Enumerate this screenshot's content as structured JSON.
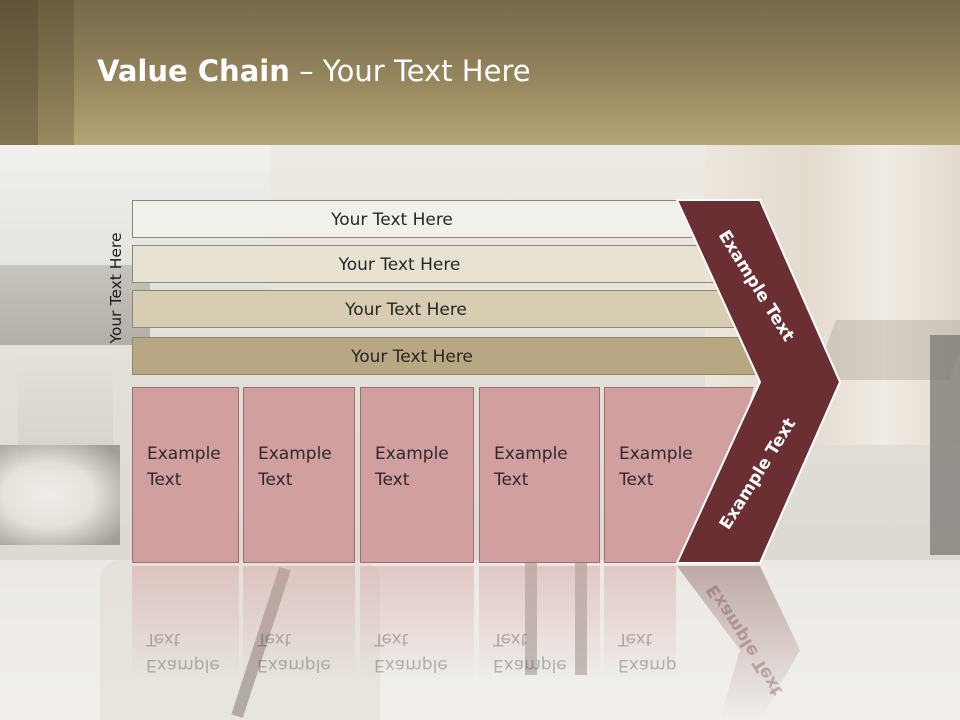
{
  "slide": {
    "title_bold": "Value Chain",
    "title_rest": " – Your Text Here",
    "side_label": "Your Text Here",
    "bands": [
      {
        "label": "Your Text Here"
      },
      {
        "label": "Your Text Here"
      },
      {
        "label": "Your Text Here"
      },
      {
        "label": "Your Text Here"
      }
    ],
    "boxes": [
      {
        "label": "Example\nText"
      },
      {
        "label": "Example\nText"
      },
      {
        "label": "Example\nText"
      },
      {
        "label": "Example\nText"
      },
      {
        "label": "Example\nText"
      }
    ],
    "chevron_top": "Example Text",
    "chevron_bottom": "Example Text"
  },
  "colors": {
    "header": "#8f8059",
    "chevron": "#6b2f33",
    "box_fill": "#d29fa0",
    "band_light": "#f2f0eb",
    "band_dark": "#b7a883"
  }
}
